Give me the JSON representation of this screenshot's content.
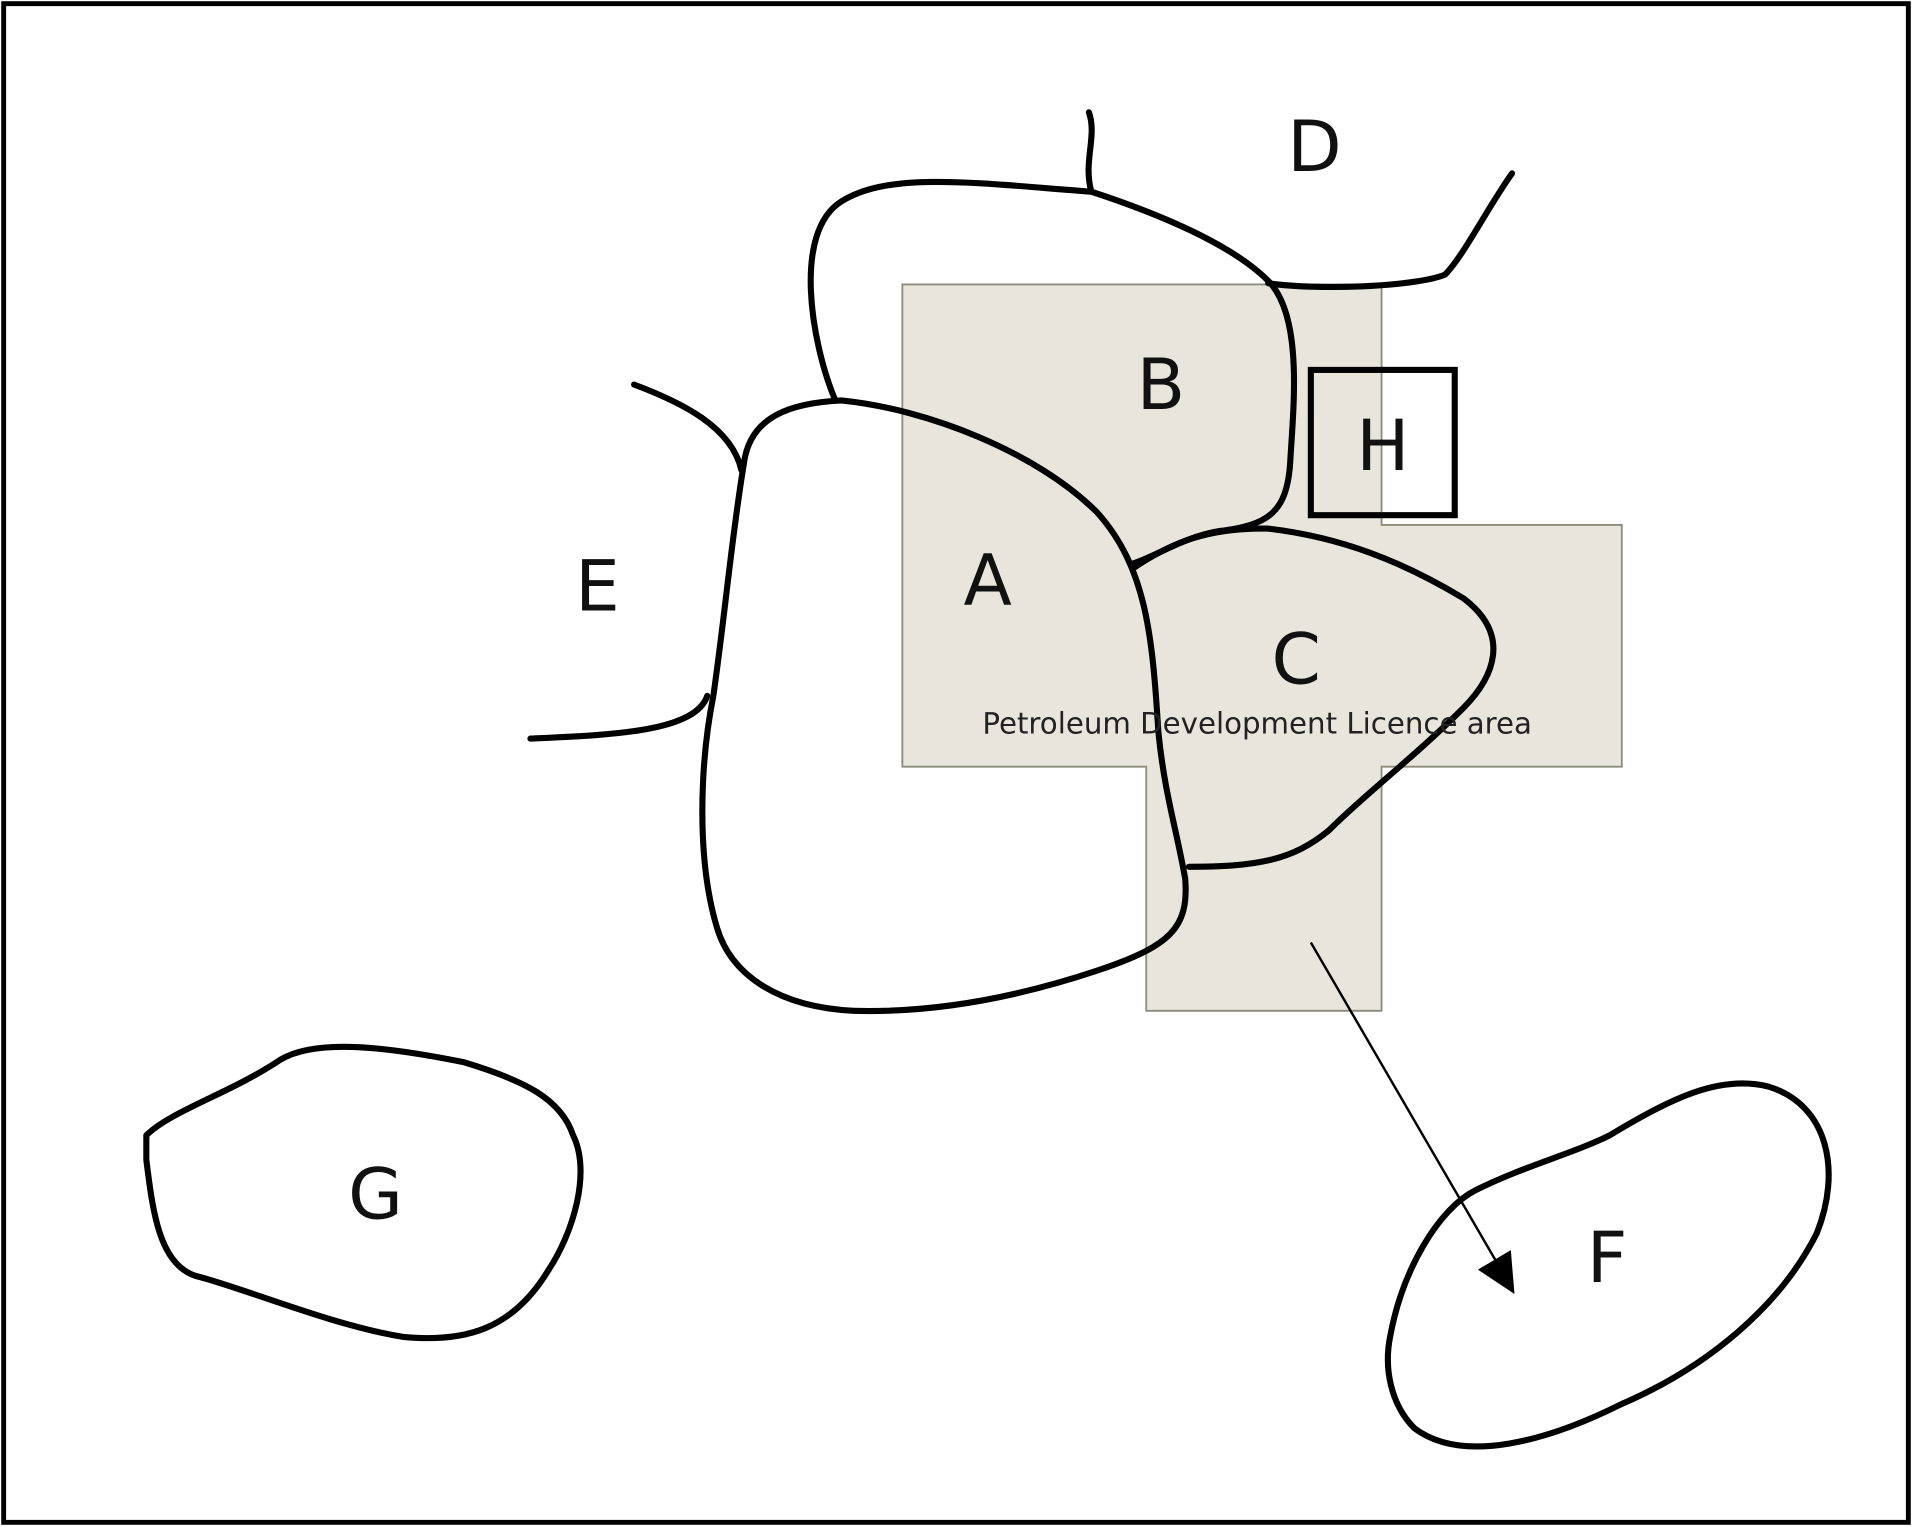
{
  "diagram": {
    "licence_area_label": "Petroleum Development Licence area",
    "zones": {
      "A": "A",
      "B": "B",
      "C": "C",
      "D": "D",
      "E": "E",
      "F": "F",
      "G": "G",
      "H": "H"
    },
    "colors": {
      "licence_fill": "#e8e6dc",
      "licence_stroke": "#8c8c7c",
      "line": "#000000"
    }
  }
}
